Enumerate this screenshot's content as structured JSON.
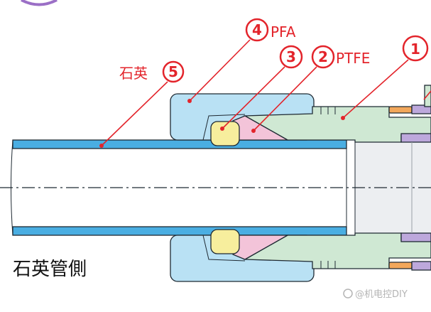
{
  "callouts": {
    "c4": {
      "number": "4",
      "text": "PFA"
    },
    "c3": {
      "number": "3"
    },
    "c2": {
      "number": "2",
      "text": "PTFE"
    },
    "c1": {
      "number": "1"
    },
    "c5": {
      "number": "5",
      "text": "石英"
    }
  },
  "side_label": "石英管側",
  "watermark": "@机电控DIY",
  "colors": {
    "callout_red": "#e3242b",
    "quartz_tube": "#4aaee2",
    "nut_pfa": "#b9e1f4",
    "body": "#cfe8d3",
    "ferrule_3": "#f7ee9d",
    "ferrule_2": "#f3c4d9",
    "bore": "#eceef1",
    "orange_part": "#f2a75b",
    "purple_part": "#bda8dc",
    "purple_accent": "#9b6fc6"
  }
}
